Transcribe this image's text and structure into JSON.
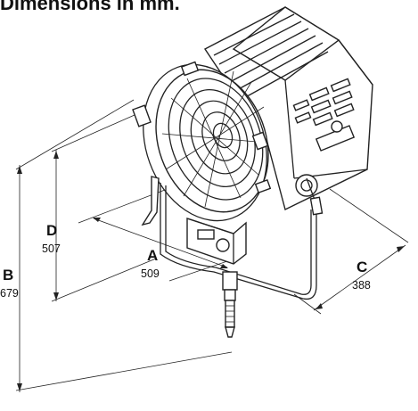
{
  "title": "Dimensions in mm.",
  "dimensions": [
    {
      "letter": "A",
      "value": "509"
    },
    {
      "letter": "B",
      "value": "679"
    },
    {
      "letter": "C",
      "value": "388"
    },
    {
      "letter": "D",
      "value": "507"
    }
  ]
}
